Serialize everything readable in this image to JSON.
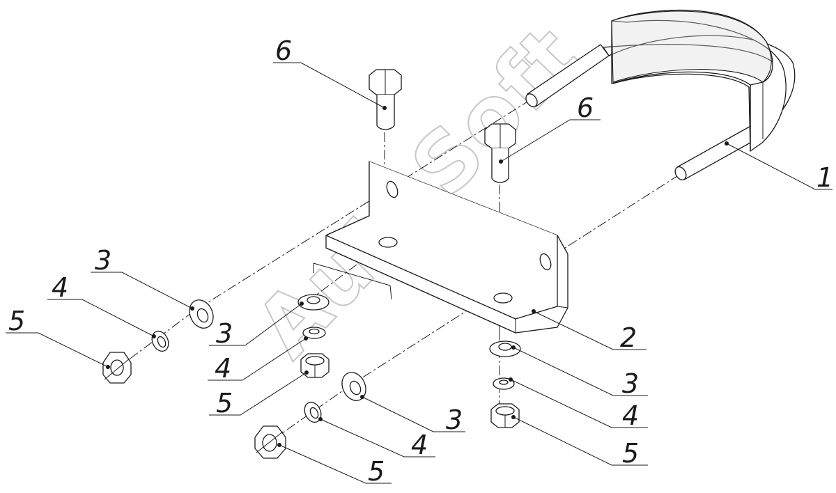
{
  "watermark": "AutoSoft",
  "callouts": {
    "u_bolt": "1",
    "bracket": "2",
    "washer_a": "3",
    "washer_b": "3",
    "washer_c": "3",
    "washer_d": "3",
    "lock_washer_a": "4",
    "lock_washer_b": "4",
    "lock_washer_c": "4",
    "lock_washer_d": "4",
    "nut_a": "5",
    "nut_b": "5",
    "nut_c": "5",
    "nut_d": "5",
    "bolt_a": "6",
    "bolt_b": "6"
  }
}
